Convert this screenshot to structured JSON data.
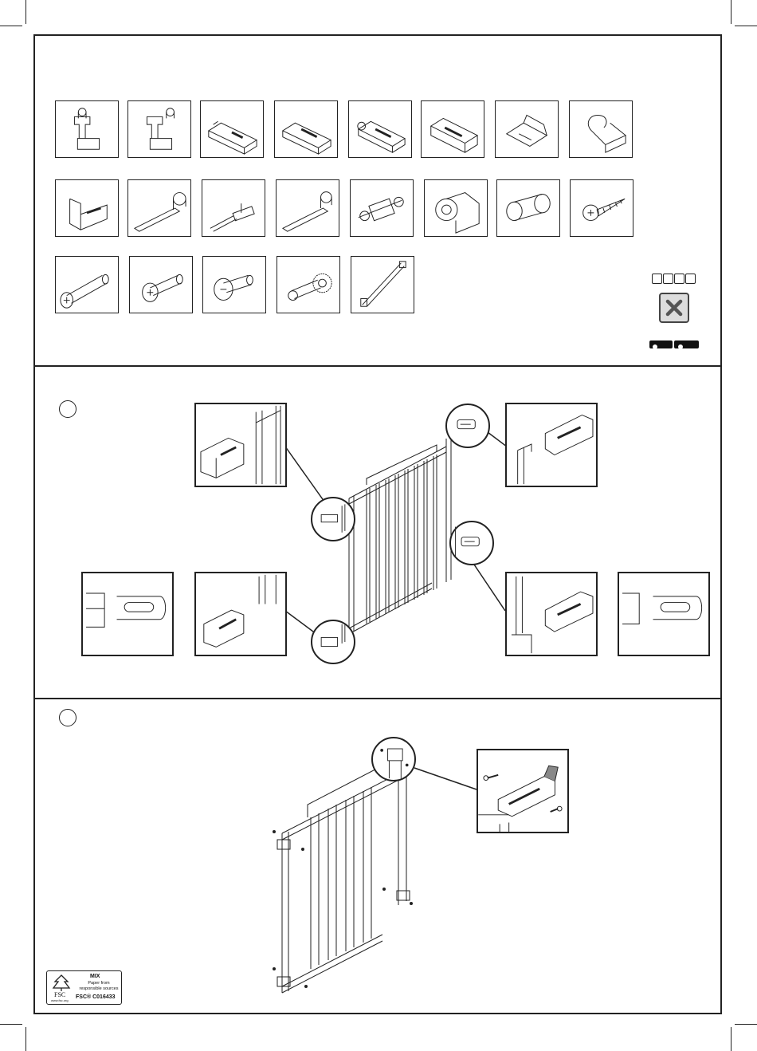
{
  "step_numbers": [
    "",
    ""
  ],
  "parts_rows": [
    [
      "bracket",
      "bracket",
      "long-bracket",
      "long-bracket",
      "long-bracket",
      "long-bracket",
      "clip",
      "hook"
    ],
    [
      "corner-bracket",
      "lever",
      "lever-rod",
      "lever",
      "lock-body",
      "wheel-bracket",
      "knob",
      "screw"
    ],
    [
      "bolt",
      "bolt",
      "bolt",
      "bolt",
      "spindle"
    ]
  ],
  "fsc_logo": {
    "label": "MIX",
    "text": "Paper from responsible sources",
    "code": "FSC® C016433",
    "mark": "FSC",
    "url": "www.fsc.org"
  }
}
